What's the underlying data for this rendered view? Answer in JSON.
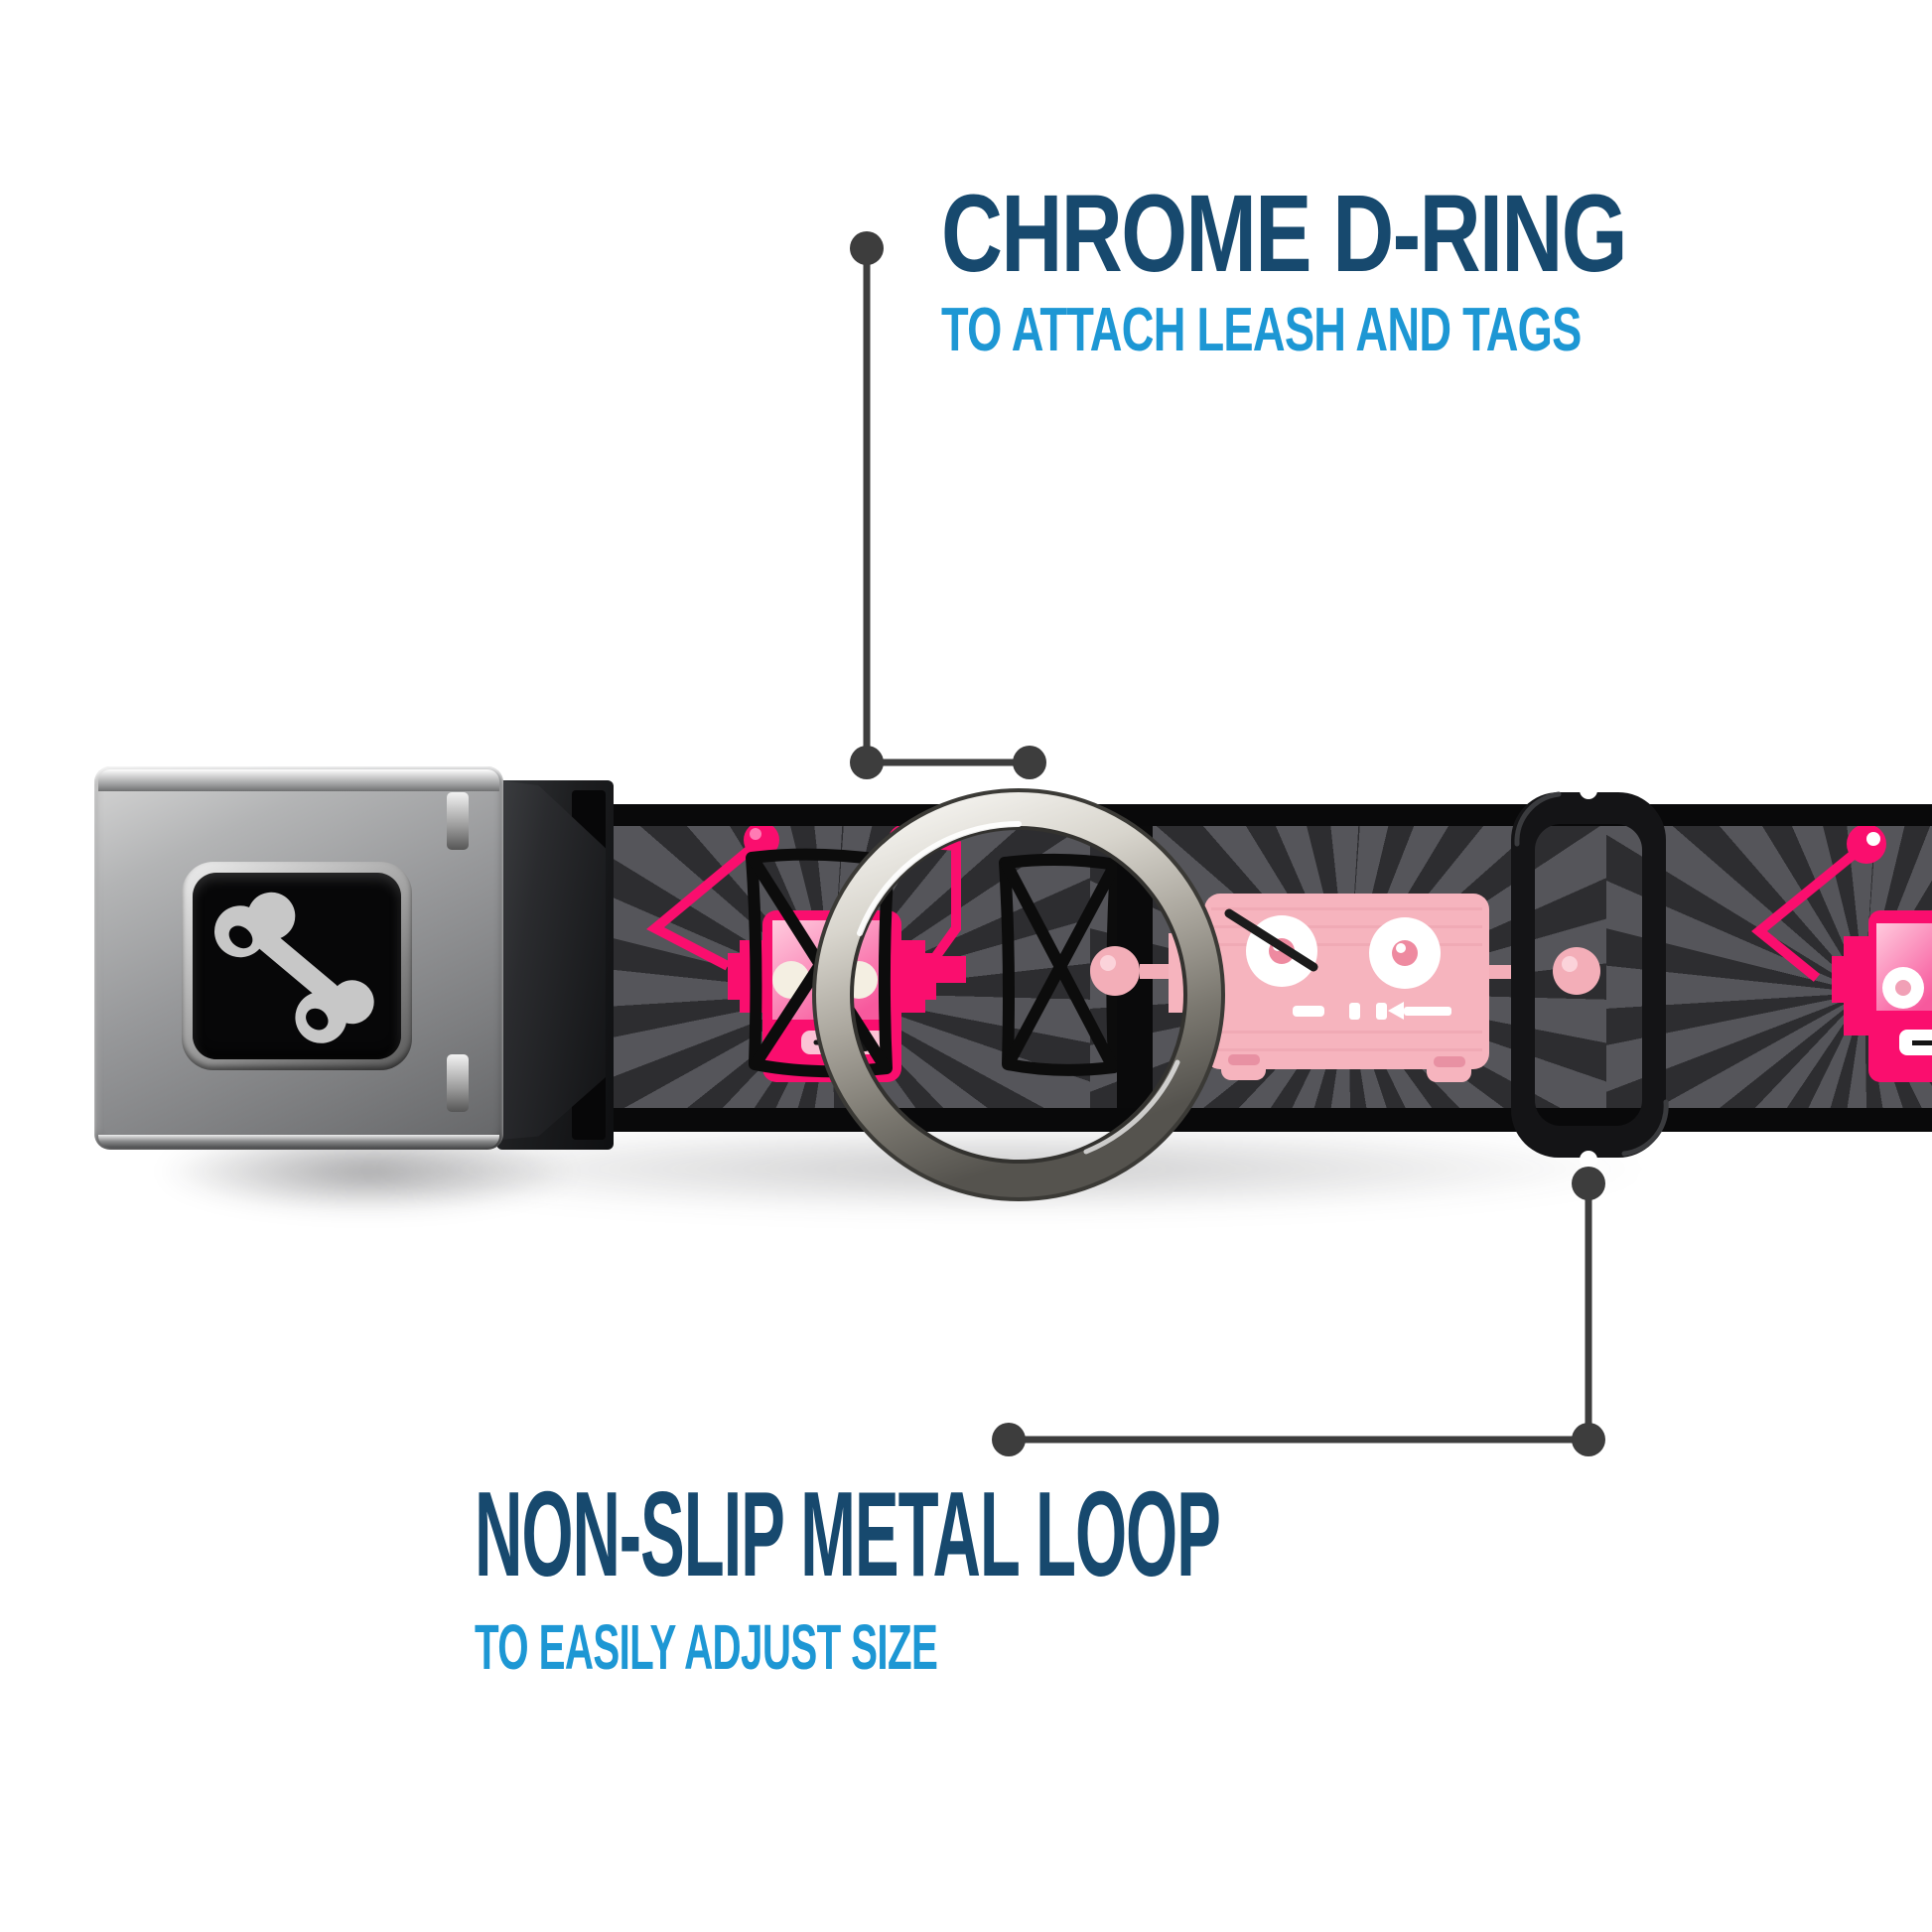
{
  "callouts": {
    "d_ring": {
      "title": "CHROME D-RING",
      "subtitle": "TO ATTACH LEASH AND TAGS"
    },
    "metal_loop": {
      "title": "NON-SLIP METAL LOOP",
      "subtitle": "TO EASILY ADJUST SIZE"
    }
  },
  "colors": {
    "title_navy": "#17496E",
    "subtitle_blue": "#1D97D4",
    "leader_gray": "#3D3D3D",
    "hot_pink": "#FA0E6E",
    "pale_pink": "#F6B4BE",
    "belt_dark": "#2D2D30",
    "belt_ray": "#55555A",
    "stitch_black": "#09090A",
    "chrome_light": "#F5F4F0",
    "chrome_dark": "#55534E",
    "bone_silver": "#C7C7C7"
  },
  "icons": {
    "buckle_logo": "dog-bone-icon",
    "strap_motifs": [
      "pink-robot-head-icon",
      "crossed-out-frame-icon",
      "pale-pink-robot-head-icon",
      "antenna-ball-icon"
    ]
  }
}
